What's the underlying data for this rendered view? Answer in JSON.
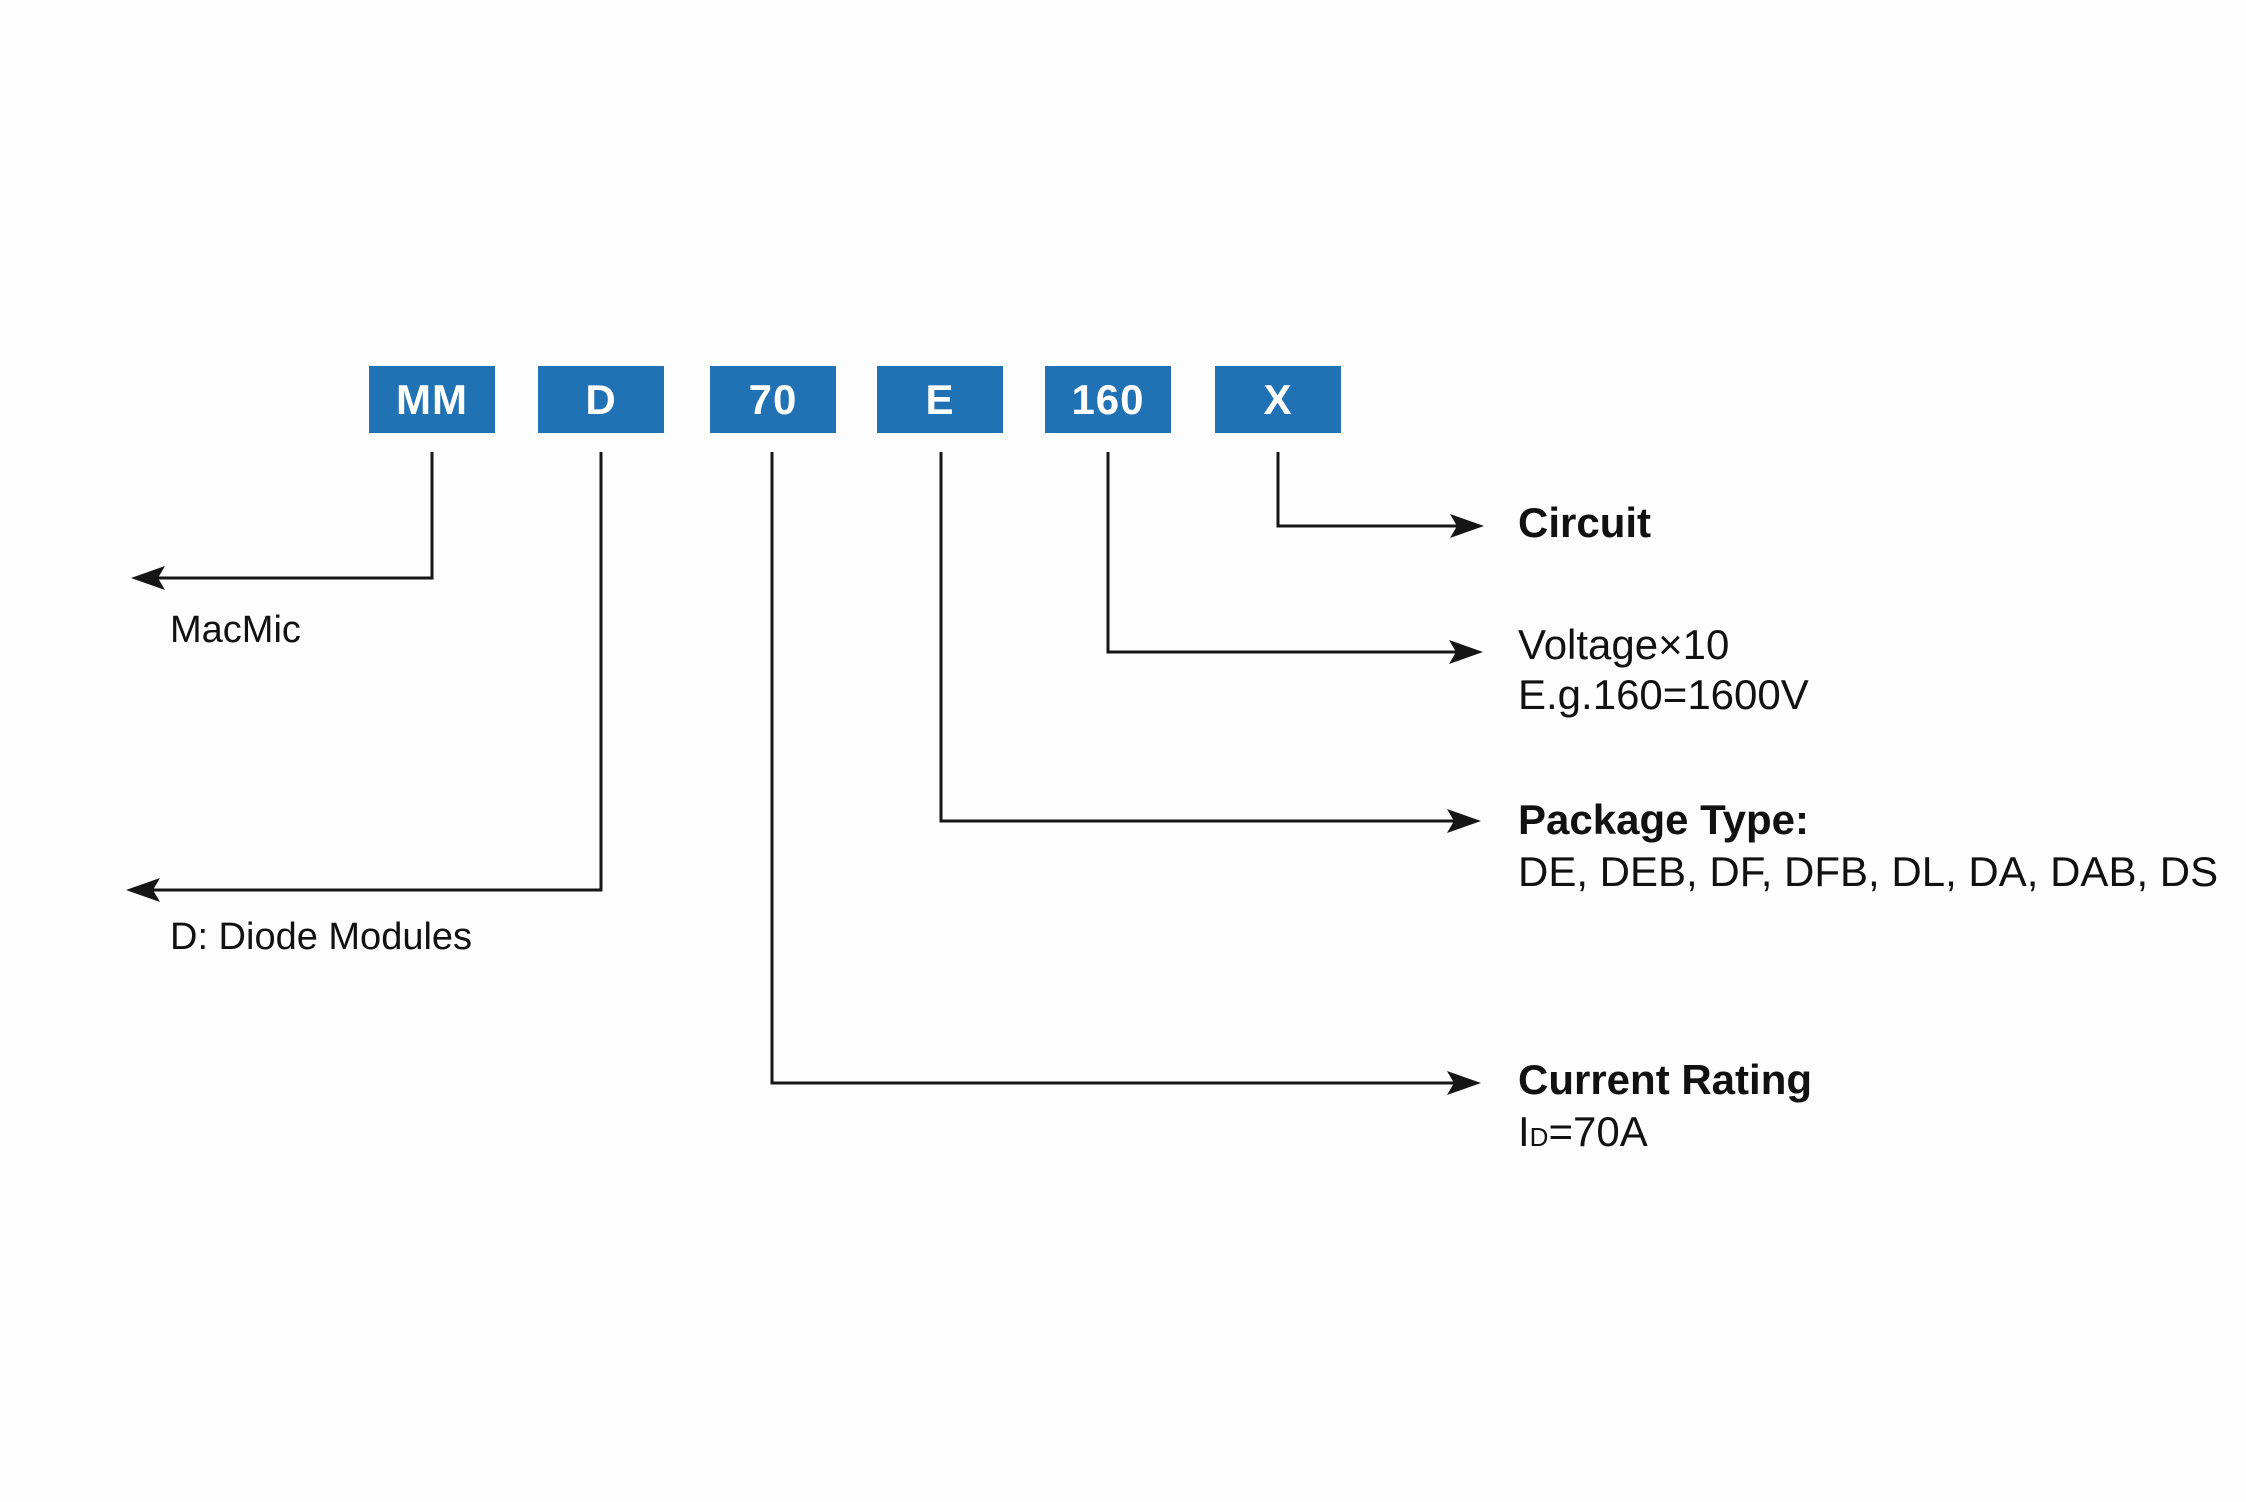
{
  "part_number_boxes": [
    {
      "label": "MM"
    },
    {
      "label": "D"
    },
    {
      "label": "70"
    },
    {
      "label": "E"
    },
    {
      "label": "160"
    },
    {
      "label": "X"
    }
  ],
  "annotations": {
    "macmic": {
      "label": "MacMic"
    },
    "diode_modules": {
      "label": "D: Diode Modules"
    },
    "circuit": {
      "title": "Circuit"
    },
    "voltage": {
      "line1": "Voltage×10",
      "line2": "E.g.160=1600V"
    },
    "package": {
      "title": "Package Type:",
      "options": "DE, DEB, DF, DFB, DL, DA, DAB, DS"
    },
    "current": {
      "title": "Current Rating",
      "symbol": "I",
      "symbol_sub": "D",
      "value": "=70A"
    }
  },
  "colors": {
    "box_blue": "#2171b5",
    "box_text": "#ffffff",
    "line_black": "#161616",
    "label_black": "#111111",
    "background": "#fdfdfd"
  }
}
